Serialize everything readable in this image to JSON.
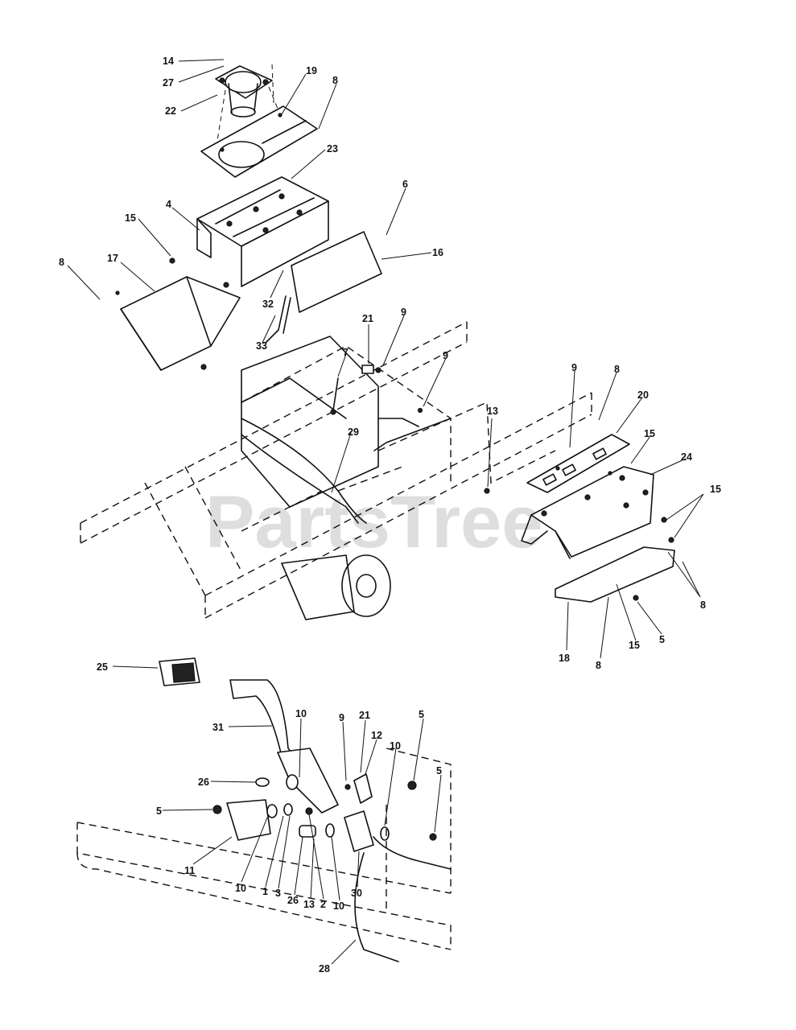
{
  "watermark": "PartsTree",
  "callouts": {
    "c14": "14",
    "c27": "27",
    "c22": "22",
    "c19": "19",
    "c8a": "8",
    "c23": "23",
    "c6": "6",
    "c4": "4",
    "c16": "16",
    "c15a": "15",
    "c17": "17",
    "c8b": "8",
    "c32": "32",
    "c33": "33",
    "c21a": "21",
    "c9a": "9",
    "c7": "7",
    "c9b": "9",
    "c9c": "9",
    "c8c": "8",
    "c20": "20",
    "c13a": "13",
    "c15b": "15",
    "c24": "24",
    "c29": "29",
    "c15c": "15",
    "c8d": "8",
    "c18": "18",
    "c8e": "8",
    "c15d": "15",
    "c5a": "5",
    "c25": "25",
    "c31": "31",
    "c10a": "10",
    "c9d": "9",
    "c21b": "21",
    "c12": "12",
    "c10b": "10",
    "c5b": "5",
    "c5c": "5",
    "c26a": "26",
    "c5d": "5",
    "c11": "11",
    "c10c": "10",
    "c1": "1",
    "c3": "3",
    "c26b": "26",
    "c13b": "13",
    "c2": "2",
    "c10d": "10",
    "c30": "30",
    "c28": "28"
  }
}
